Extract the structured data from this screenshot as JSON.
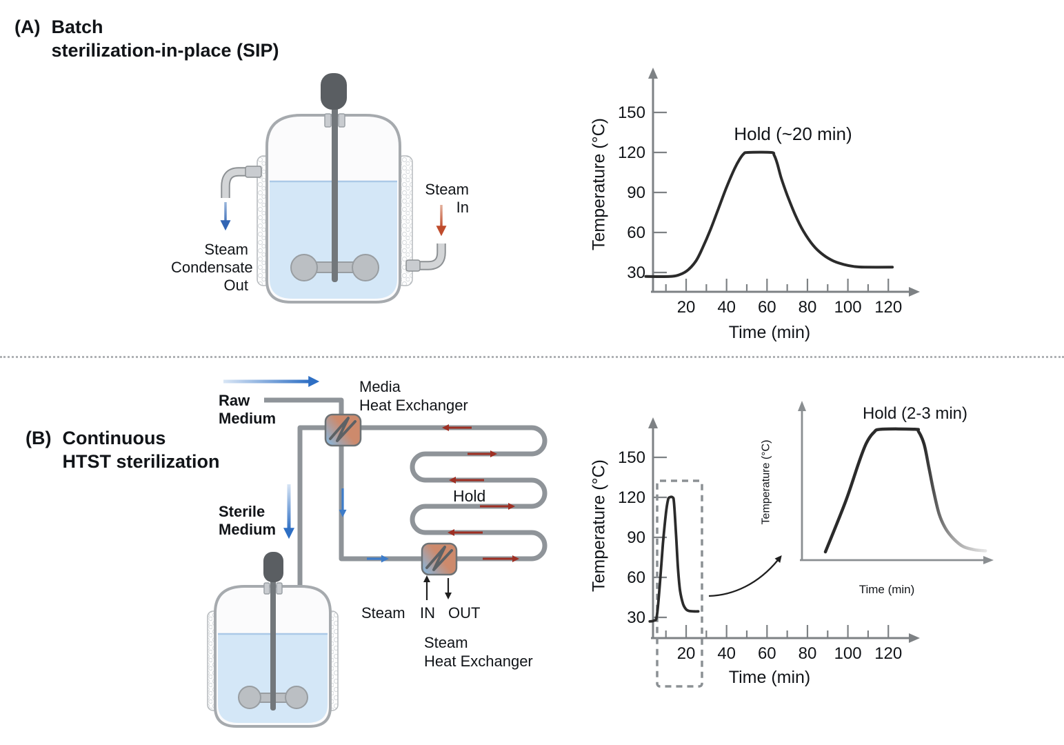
{
  "panel_a": {
    "label": "(A)",
    "title": [
      "Batch",
      "sterilization-in-place (SIP)"
    ],
    "vessel_labels": {
      "steam_in": [
        "Steam",
        "In"
      ],
      "condensate_out": [
        "Steam",
        "Condensate",
        "Out"
      ]
    }
  },
  "panel_b": {
    "label": "(B)",
    "title": [
      "Continuous",
      "HTST sterilization"
    ],
    "flow_labels": {
      "raw_medium": [
        "Raw",
        "Medium"
      ],
      "media_hx": [
        "Media",
        "Heat Exchanger"
      ],
      "hold": "Hold",
      "sterile_medium": [
        "Sterile",
        "Medium"
      ],
      "steam": "Steam",
      "in": "IN",
      "out": "OUT",
      "steam_hx": [
        "Steam",
        "Heat Exchanger"
      ]
    }
  },
  "chart_data": [
    {
      "id": "batch_sip_profile",
      "type": "line",
      "annotation": "Hold (~20 min)",
      "xlabel": "Time (min)",
      "ylabel": "Temperature (°C)",
      "x_ticks": [
        20,
        40,
        60,
        80,
        100,
        120
      ],
      "x_minor_ticks": [
        10,
        30,
        50,
        70,
        90,
        110
      ],
      "y_ticks": [
        30,
        60,
        90,
        120,
        150
      ],
      "xlim": [
        0,
        130
      ],
      "ylim": [
        0,
        165
      ],
      "hold_temp_c": 120,
      "hold_minutes": 20,
      "grid": false,
      "points": [
        [
          0,
          27
        ],
        [
          12,
          27
        ],
        [
          17,
          28.5
        ],
        [
          21,
          32
        ],
        [
          25,
          39
        ],
        [
          28,
          48
        ],
        [
          32,
          62
        ],
        [
          36,
          78
        ],
        [
          40,
          94
        ],
        [
          44,
          108
        ],
        [
          46.5,
          115
        ],
        [
          48.5,
          119
        ],
        [
          50.5,
          120
        ],
        [
          62,
          120
        ],
        [
          63.5,
          118
        ],
        [
          65,
          112
        ],
        [
          67,
          101
        ],
        [
          70,
          88
        ],
        [
          74,
          73
        ],
        [
          78,
          61
        ],
        [
          83,
          50
        ],
        [
          88,
          43
        ],
        [
          93,
          38.5
        ],
        [
          98,
          36
        ],
        [
          103,
          34.5
        ],
        [
          108,
          34
        ],
        [
          122,
          34
        ]
      ]
    },
    {
      "id": "htst_profile",
      "type": "line",
      "annotation": "",
      "xlabel": "Time (min)",
      "ylabel": "Temperature (°C)",
      "x_ticks": [
        20,
        40,
        60,
        80,
        100,
        120
      ],
      "x_minor_ticks": [
        10,
        30,
        50,
        70,
        90,
        110
      ],
      "y_ticks": [
        30,
        60,
        90,
        120,
        150
      ],
      "xlim": [
        0,
        130
      ],
      "ylim": [
        0,
        165
      ],
      "hold_temp_c": 120,
      "zoom_box_t_range": [
        2,
        28
      ],
      "grid": false,
      "points": [
        [
          2,
          27
        ],
        [
          4,
          27.5
        ],
        [
          5.5,
          31
        ],
        [
          7,
          55
        ],
        [
          8.5,
          85
        ],
        [
          10,
          108
        ],
        [
          11,
          118
        ],
        [
          11.8,
          120
        ],
        [
          13.3,
          120
        ],
        [
          14,
          116
        ],
        [
          15,
          92
        ],
        [
          16,
          66
        ],
        [
          17,
          50
        ],
        [
          18.5,
          40
        ],
        [
          20,
          36
        ],
        [
          21.5,
          34.8
        ],
        [
          24,
          34.5
        ],
        [
          26,
          34.5
        ]
      ]
    },
    {
      "id": "htst_inset_zoom",
      "type": "line",
      "annotation": "Hold (2-3 min)",
      "xlabel": "Time (min)",
      "ylabel": "Temperature (°C)",
      "x_ticks": [],
      "y_ticks": [],
      "hold_minutes_range": [
        2,
        3
      ],
      "grid": false,
      "points": [
        [
          1,
          30
        ],
        [
          2.1,
          78
        ],
        [
          2.8,
          114
        ],
        [
          3.2,
          132
        ],
        [
          3.6,
          142
        ],
        [
          4.0,
          145
        ],
        [
          5.8,
          145
        ],
        [
          6.0,
          143
        ],
        [
          6.3,
          131
        ],
        [
          6.55,
          110
        ],
        [
          6.8,
          88
        ],
        [
          7.1,
          66
        ],
        [
          7.45,
          52
        ],
        [
          7.9,
          42
        ],
        [
          8.4,
          35
        ],
        [
          9.0,
          32
        ],
        [
          9.6,
          31
        ]
      ]
    }
  ]
}
